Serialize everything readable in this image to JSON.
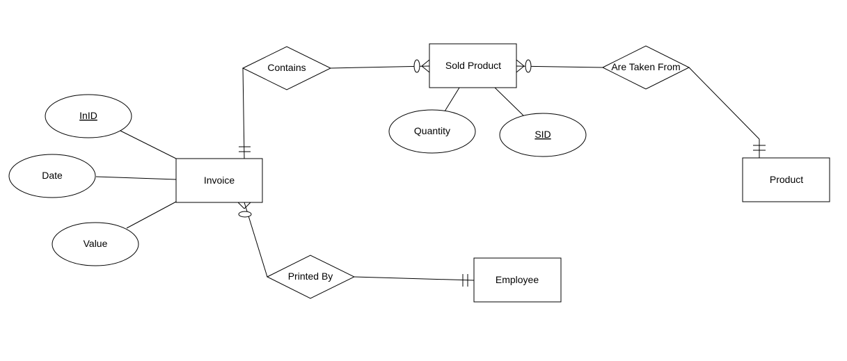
{
  "entities": {
    "invoice": "Invoice",
    "sold_product": "Sold Product",
    "product": "Product",
    "employee": "Employee"
  },
  "relationships": {
    "contains": "Contains",
    "are_taken_from": "Are Taken From",
    "printed_by": "Printed By"
  },
  "attributes": {
    "inid": "InID",
    "date": "Date",
    "value": "Value",
    "quantity": "Quantity",
    "sid": "SID"
  },
  "colors": {
    "stroke": "#000000",
    "fill": "#ffffff"
  }
}
